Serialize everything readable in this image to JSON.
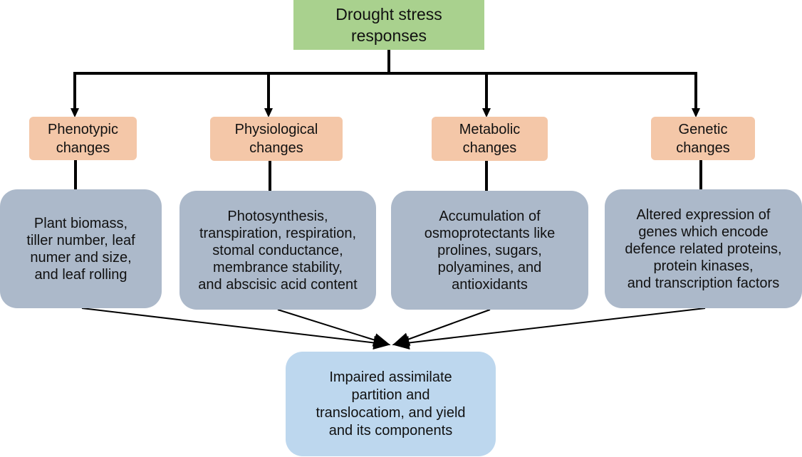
{
  "root": {
    "label": "Drought stress\nresponses"
  },
  "categories": [
    {
      "label": "Phenotypic\nchanges",
      "detail": "Plant biomass,\ntiller number, leaf\nnumer and size,\nand leaf rolling"
    },
    {
      "label": "Physiological\nchanges",
      "detail": "Photosynthesis,\ntranspiration, respiration,\nstomal conductance,\nmembrance stability,\nand abscisic acid content"
    },
    {
      "label": "Metabolic\nchanges",
      "detail": "Accumulation of\nosmoprotectants like\nprolines, sugars,\npolyamines, and\nantioxidants"
    },
    {
      "label": "Genetic\nchanges",
      "detail": "Altered expression of\ngenes which encode\ndefence related proteins,\nprotein kinases,\nand transcription factors"
    }
  ],
  "outcome": {
    "label": "Impaired assimilate\npartition and\ntranslocatiom, and yield\nand its components"
  },
  "colors": {
    "root": "#a9d18e",
    "category": "#f4c7a8",
    "detail": "#acb9ca",
    "outcome": "#bdd7ee",
    "connector": "#000000"
  }
}
